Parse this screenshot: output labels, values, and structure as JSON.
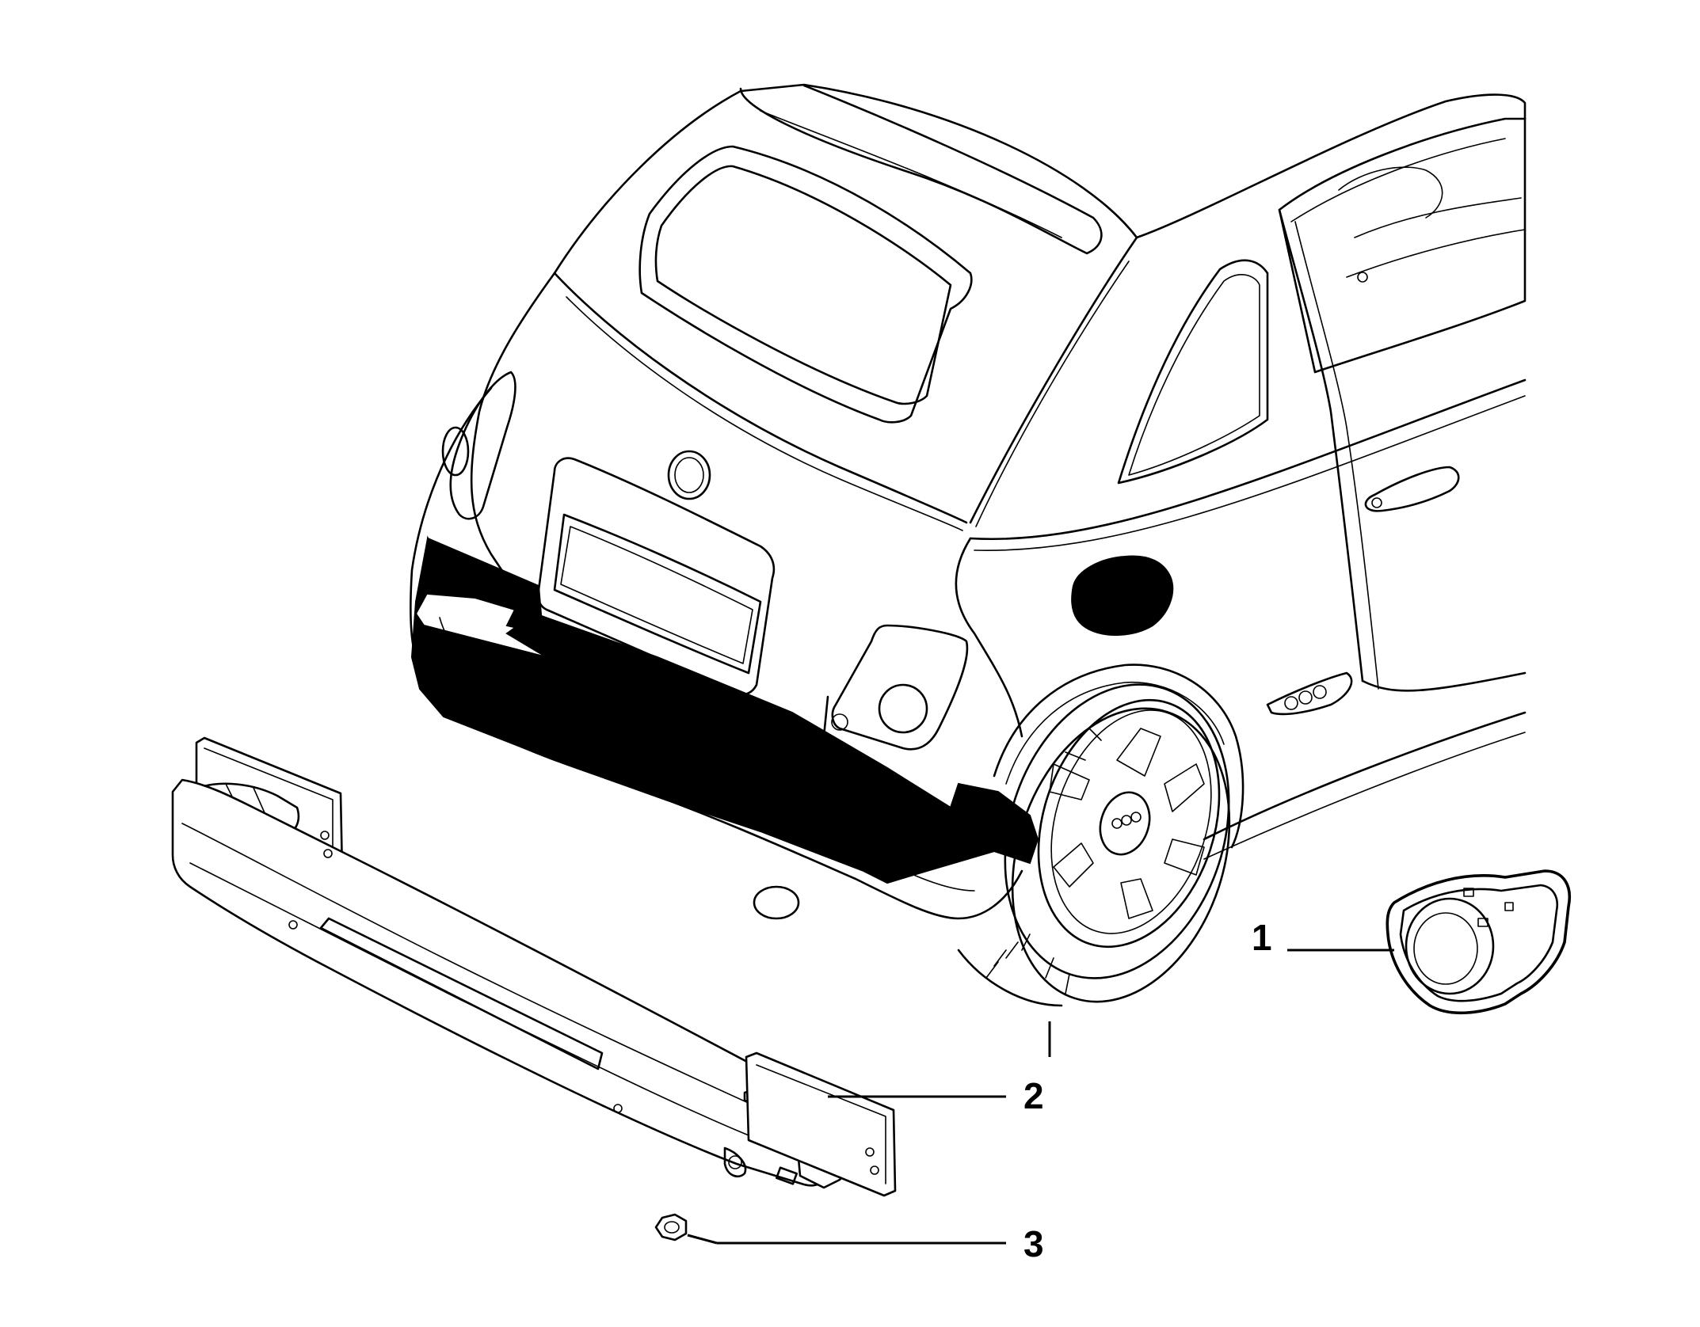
{
  "callouts": [
    {
      "id": "1",
      "label": "1"
    },
    {
      "id": "2",
      "label": "2"
    },
    {
      "id": "3",
      "label": "3"
    }
  ],
  "colors": {
    "line": "#000000",
    "background": "#ffffff",
    "highlight": "#000000"
  }
}
